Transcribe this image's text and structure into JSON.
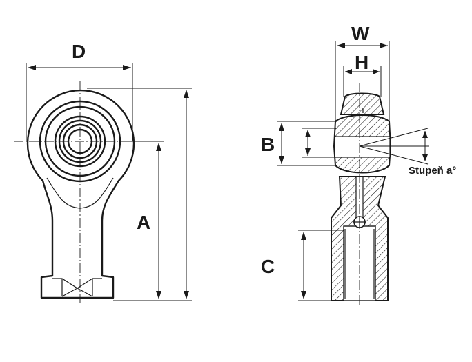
{
  "labels": {
    "d": "D",
    "a": "A",
    "w": "W",
    "h": "H",
    "b": "B",
    "c": "C",
    "angle": "Stupeň a°"
  }
}
